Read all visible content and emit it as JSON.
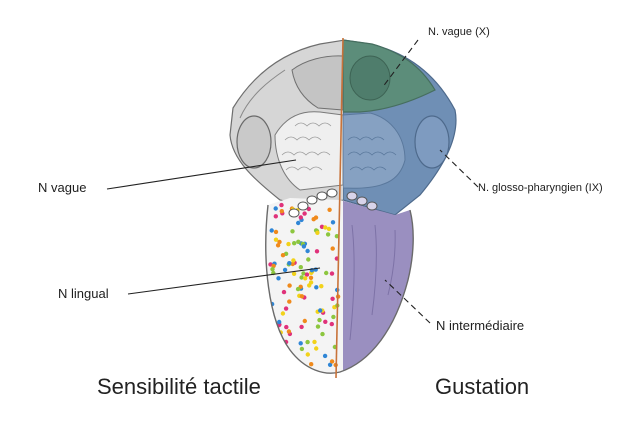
{
  "labels": {
    "left_vague": "N vague",
    "left_lingual": "N lingual",
    "right_vague": "N. vague (X)",
    "right_glosso": "N. glosso-pharyngien (IX)",
    "right_intermediaire": "N intermédiaire"
  },
  "captions": {
    "left": "Sensibilité tactile",
    "right": "Gustation"
  },
  "colors": {
    "vagus_zone": "#5c8d7a",
    "glossopharyngeal_zone": "#6f8fb5",
    "intermediate_zone": "#9a8fc0",
    "tactile_gray": "#d9d9d9",
    "midline": "#c8733a",
    "dots": [
      "#e0327a",
      "#f08a1c",
      "#2f86d6",
      "#8cc63f",
      "#f2d21a"
    ]
  }
}
